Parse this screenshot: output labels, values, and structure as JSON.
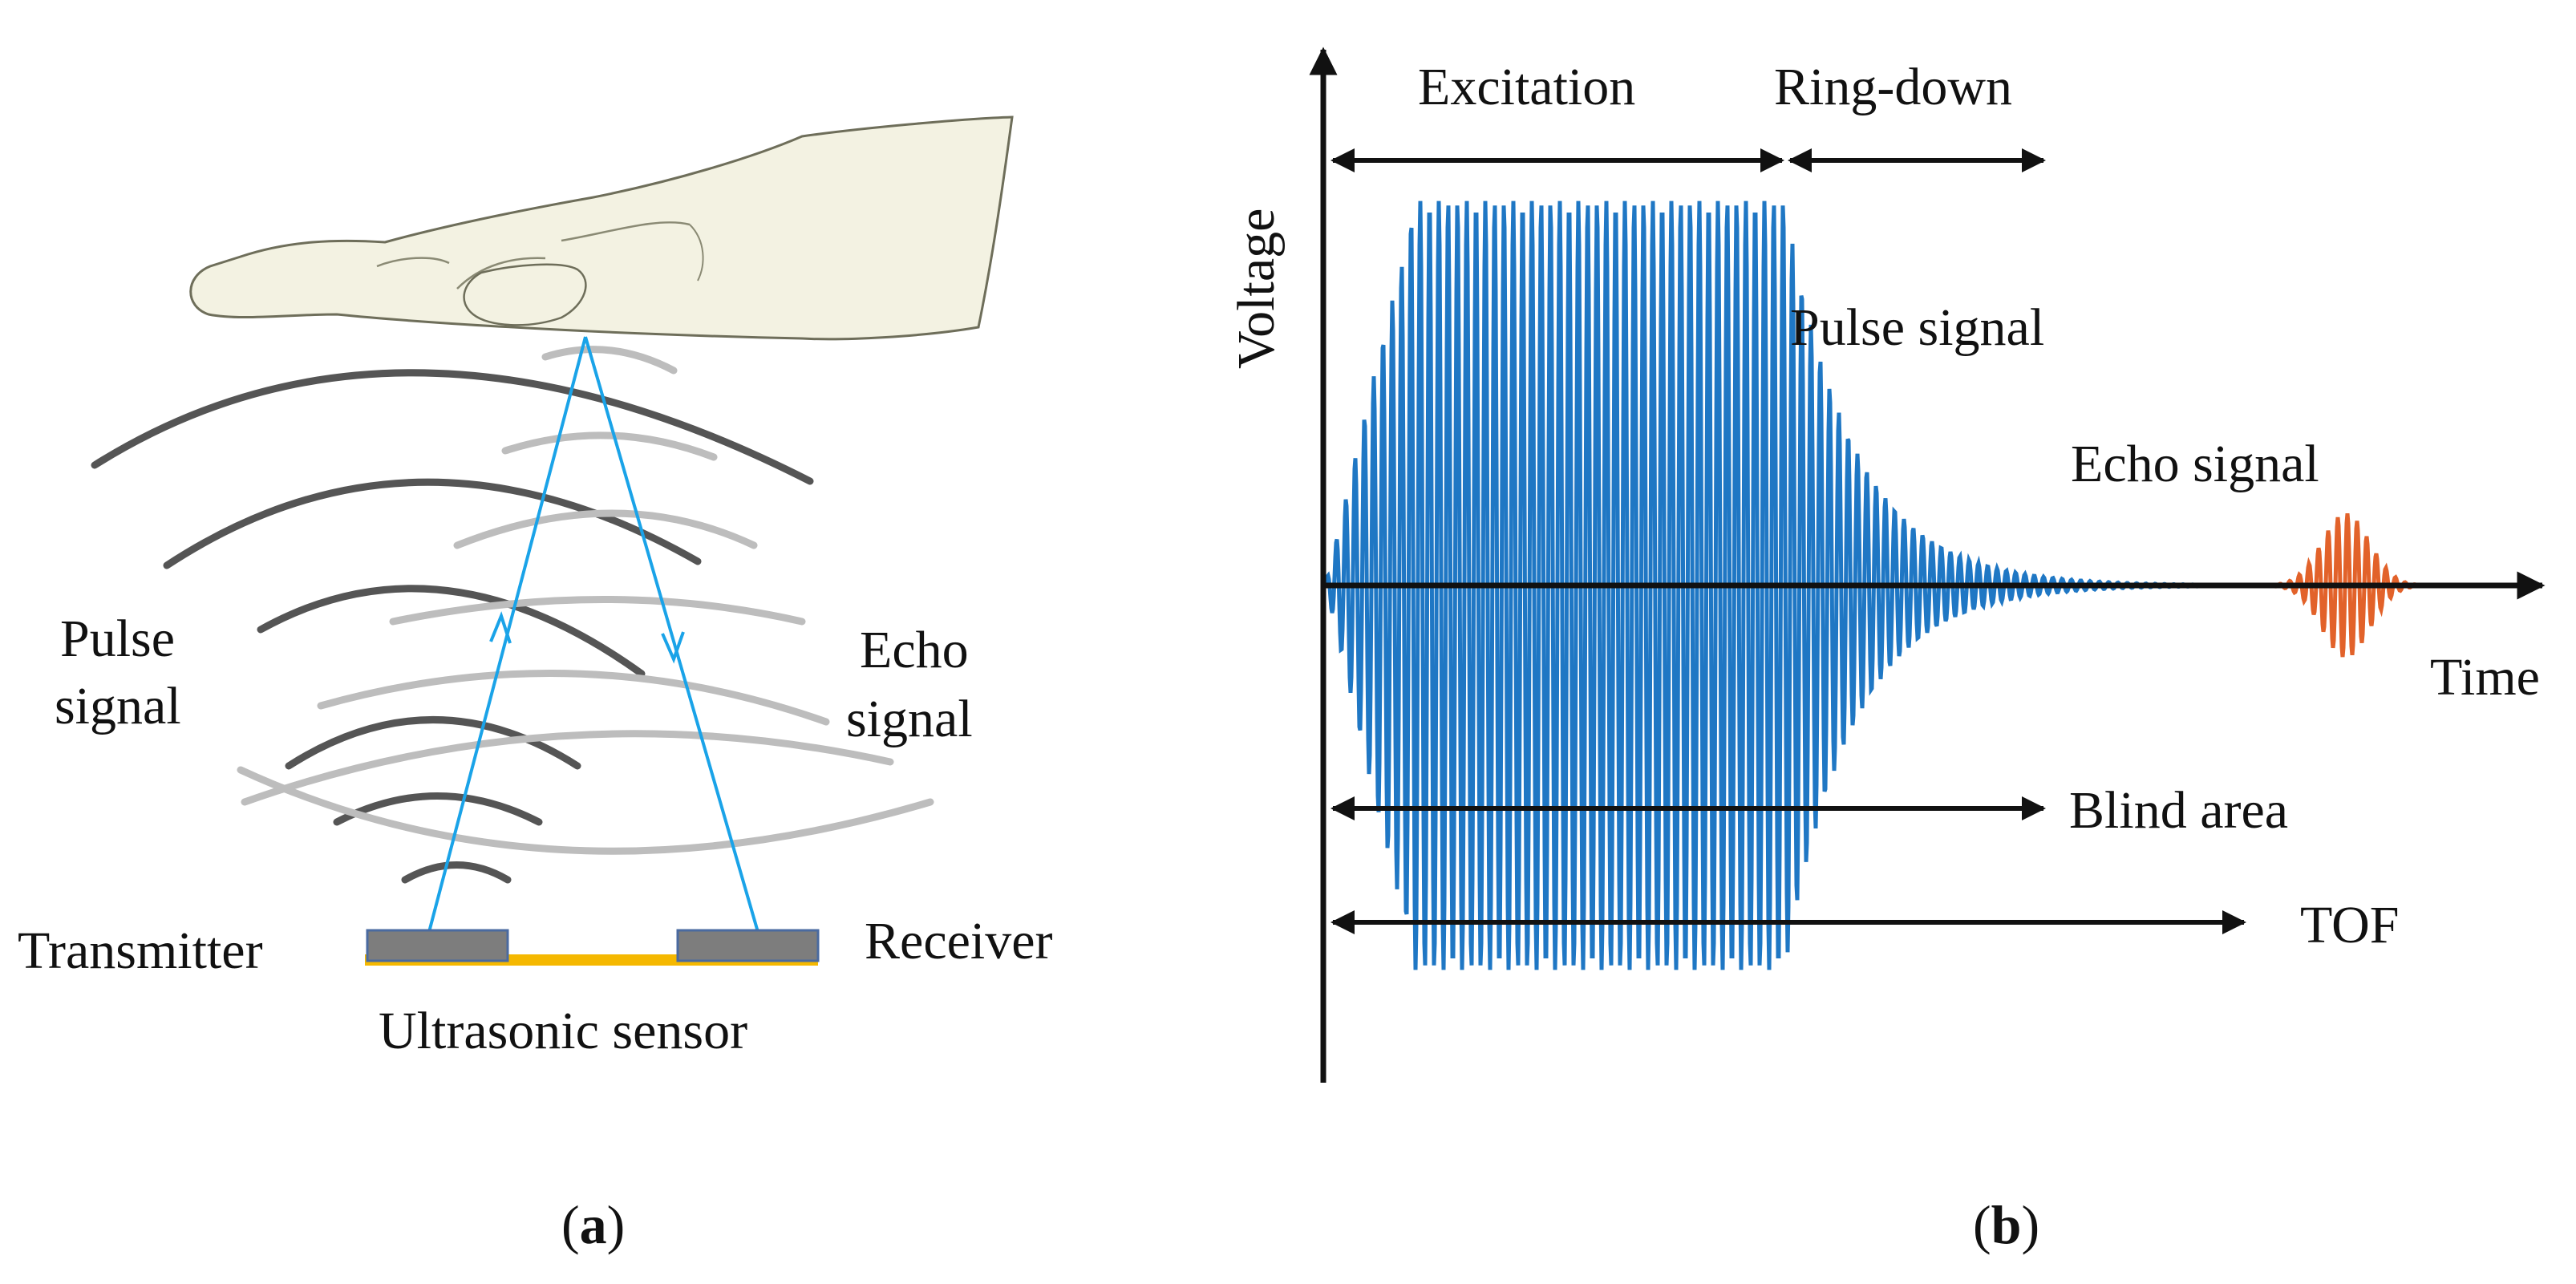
{
  "panel_a": {
    "pulse_signal_line1": "Pulse",
    "pulse_signal_line2": "signal",
    "echo_signal_line1": "Echo",
    "echo_signal_line2": "signal",
    "transmitter": "Transmitter",
    "receiver": "Receiver",
    "sensor": "Ultrasonic sensor",
    "caption_open": "(",
    "caption_letter": "a",
    "caption_close": ")"
  },
  "panel_b": {
    "y_axis_label": "Voltage",
    "x_axis_label": "Time",
    "excitation": "Excitation",
    "ring_down": "Ring-down",
    "pulse_signal": "Pulse signal",
    "echo_signal": "Echo signal",
    "blind_area": "Blind area",
    "tof": "TOF",
    "caption_open": "(",
    "caption_letter": "b",
    "caption_close": ")"
  },
  "colors": {
    "pulse_wave": "#1f77c4",
    "echo_wave": "#e2622a",
    "ray": "#1aa3e8",
    "sensor_base": "#f5b800",
    "transducer": "#7d7d7d",
    "wave_dark": "#555555",
    "wave_light": "#bdbdbd",
    "hand_fill": "#f3f2e2"
  }
}
